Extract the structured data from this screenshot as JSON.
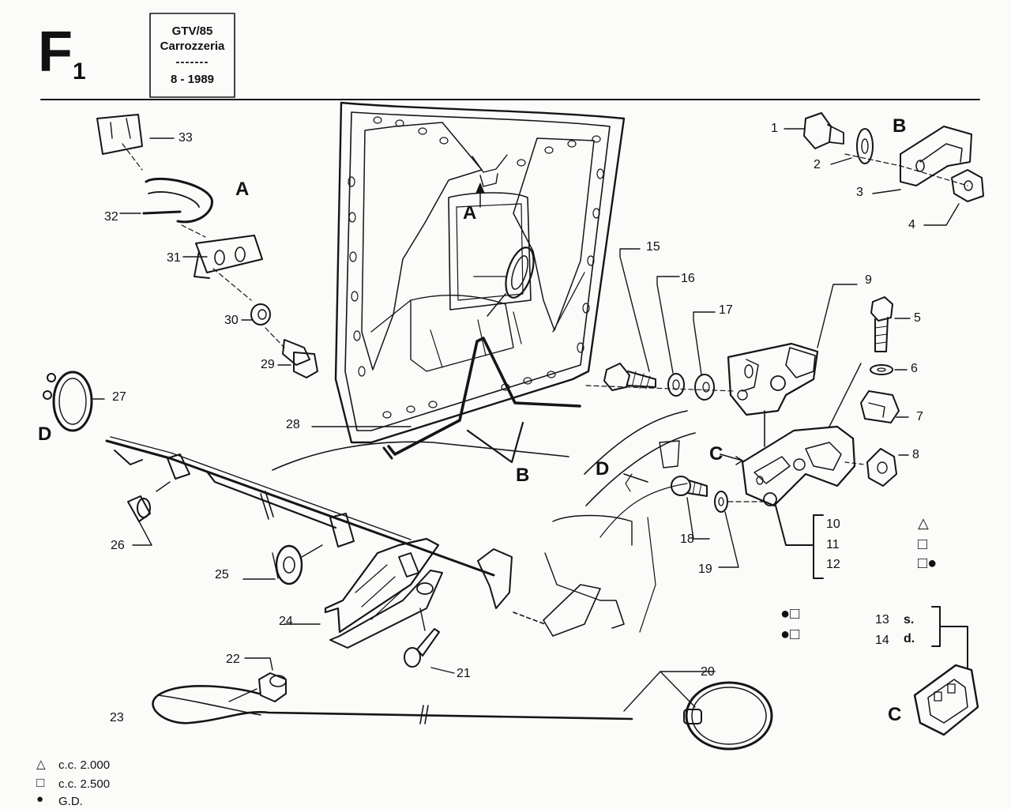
{
  "header": {
    "section_letter": "F",
    "section_number": "1",
    "model": "GTV/85",
    "group": "Carrozzeria",
    "separator": "-------",
    "date": "8 - 1989"
  },
  "callouts": {
    "c1": "1",
    "c2": "2",
    "c3": "3",
    "c4": "4",
    "c5": "5",
    "c6": "6",
    "c7": "7",
    "c8": "8",
    "c9": "9",
    "c10": "10",
    "c11": "11",
    "c12": "12",
    "c13": "13",
    "c14": "14",
    "c15": "15",
    "c16": "16",
    "c17": "17",
    "c18": "18",
    "c19": "19",
    "c20": "20",
    "c21": "21",
    "c22": "22",
    "c23": "23",
    "c24": "24",
    "c25": "25",
    "c26": "26",
    "c27": "27",
    "c28": "28",
    "c29": "29",
    "c30": "30",
    "c31": "31",
    "c32": "32",
    "c33": "33"
  },
  "detail_letters": {
    "a": "A",
    "b": "B",
    "c": "C",
    "d": "D"
  },
  "side_labels": {
    "s": "s.",
    "d": "d."
  },
  "legend": [
    {
      "symbol": "△",
      "text": "c.c. 2.000"
    },
    {
      "symbol": "□",
      "text": "c.c. 2.500"
    },
    {
      "symbol": "●",
      "text": "G.D."
    }
  ],
  "applicability_marks": {
    "row10": "△",
    "row11": "□",
    "row12": "□●",
    "row13": "●□",
    "row14": "●□"
  }
}
